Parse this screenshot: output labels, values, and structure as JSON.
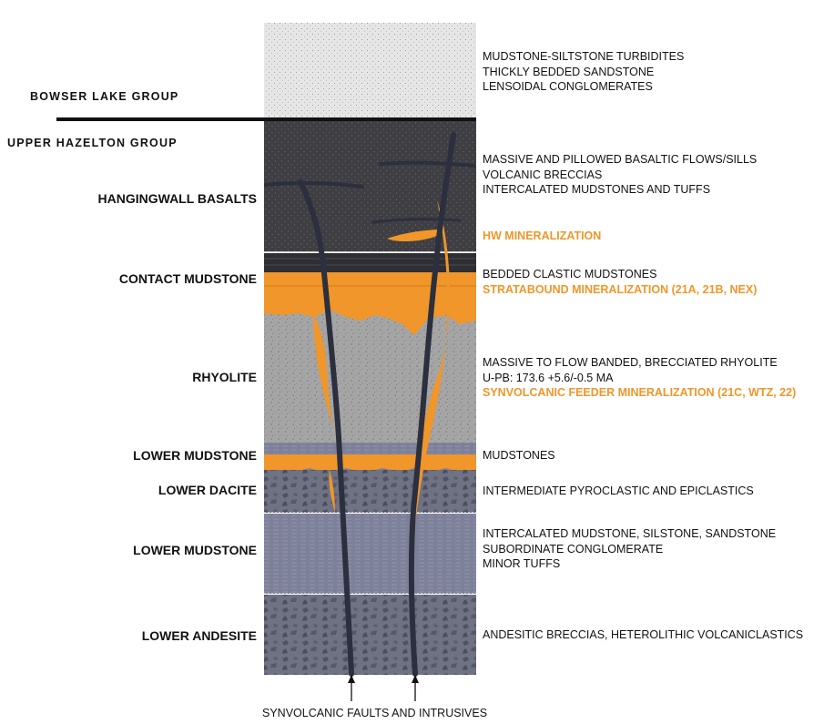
{
  "groups": {
    "bowser": "BOWSER LAKE GROUP",
    "hazelton": "UPPER HAZELTON GROUP"
  },
  "units": [
    {
      "name": "HANGINGWALL BASALTS"
    },
    {
      "name": "CONTACT MUDSTONE"
    },
    {
      "name": "RHYOLITE"
    },
    {
      "name": "LOWER MUDSTONE"
    },
    {
      "name": "LOWER DACITE"
    },
    {
      "name": "LOWER MUDSTONE"
    },
    {
      "name": "LOWER ANDESITE"
    }
  ],
  "descriptions": {
    "bowser": [
      "MUDSTONE-SILTSTONE TURBIDITES",
      "THICKLY BEDDED SANDSTONE",
      "LENSOIDAL CONGLOMERATES"
    ],
    "basalts": [
      "MASSIVE AND PILLOWED BASALTIC FLOWS/SILLS",
      "VOLCANIC BRECCIAS",
      "INTERCALATED MUDSTONES AND TUFFS"
    ],
    "hw_mineralization": "HW MINERALIZATION",
    "contact": "BEDDED CLASTIC MUDSTONES",
    "stratabound": "STRATABOUND MINERALIZATION (21A, 21B, NEX)",
    "rhyolite": [
      "MASSIVE TO FLOW BANDED, BRECCIATED RHYOLITE",
      "U-PB: 173.6 +5.6/-0.5 MA"
    ],
    "feeder": "SYNVOLCANIC FEEDER MINERALIZATION (21C, WTZ, 22)",
    "lower_mudstone_1": "MUDSTONES",
    "dacite": "INTERMEDIATE PYROCLASTIC AND EPICLASTICS",
    "lower_mudstone_2": [
      "INTERCALATED MUDSTONE, SILSTONE, SANDSTONE",
      "SUBORDINATE CONGLOMERATE",
      "MINOR TUFFS"
    ],
    "andesite": "ANDESITIC BRECCIAS, HETEROLITHIC VOLCANICLASTICS"
  },
  "caption": "SYNVOLCANIC FAULTS AND INTRUSIVES",
  "colors": {
    "mineralization": "#f0962a",
    "basalt": "#3e3e43",
    "mudstone": "#7d8099",
    "rhyolite": "#a5a5a5",
    "volcanic": "#6e7282",
    "bowser": "#e6e6e6",
    "fault": "#2b2f3e"
  }
}
